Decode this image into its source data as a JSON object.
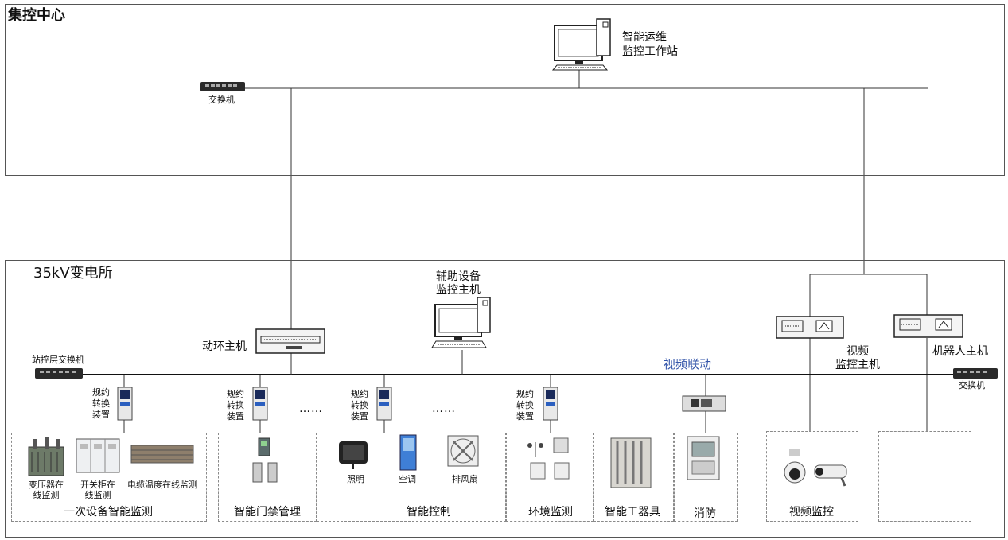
{
  "center": {
    "title": "集控中心",
    "switch_label": "交换机",
    "workstation_label": "智能运维\n监控工作站"
  },
  "station": {
    "title": "35kV变电所",
    "station_switch_label": "站控层交换机",
    "env_host_label": "动环主机",
    "aux_host_label": "辅助设备\n监控主机",
    "video_host_label": "视频\n监控主机",
    "robot_host_label": "机器人主机",
    "right_switch_label": "交换机",
    "video_link_label": "视频联动",
    "converter_label": "规约\n转换\n装置",
    "ellipsis": "……"
  },
  "groups": {
    "primary": {
      "title": "一次设备智能监测",
      "items": [
        "变压器在\n线监测",
        "开关柜在\n线监测",
        "电缆温度在线监测"
      ]
    },
    "access": {
      "title": "智能门禁管理"
    },
    "control": {
      "title": "智能控制",
      "items": [
        "照明",
        "空调",
        "排风扇"
      ]
    },
    "environment": {
      "title": "环境监测"
    },
    "tools": {
      "title": "智能工器具"
    },
    "fire": {
      "title": "消防"
    },
    "video": {
      "title": "视频监控"
    }
  }
}
